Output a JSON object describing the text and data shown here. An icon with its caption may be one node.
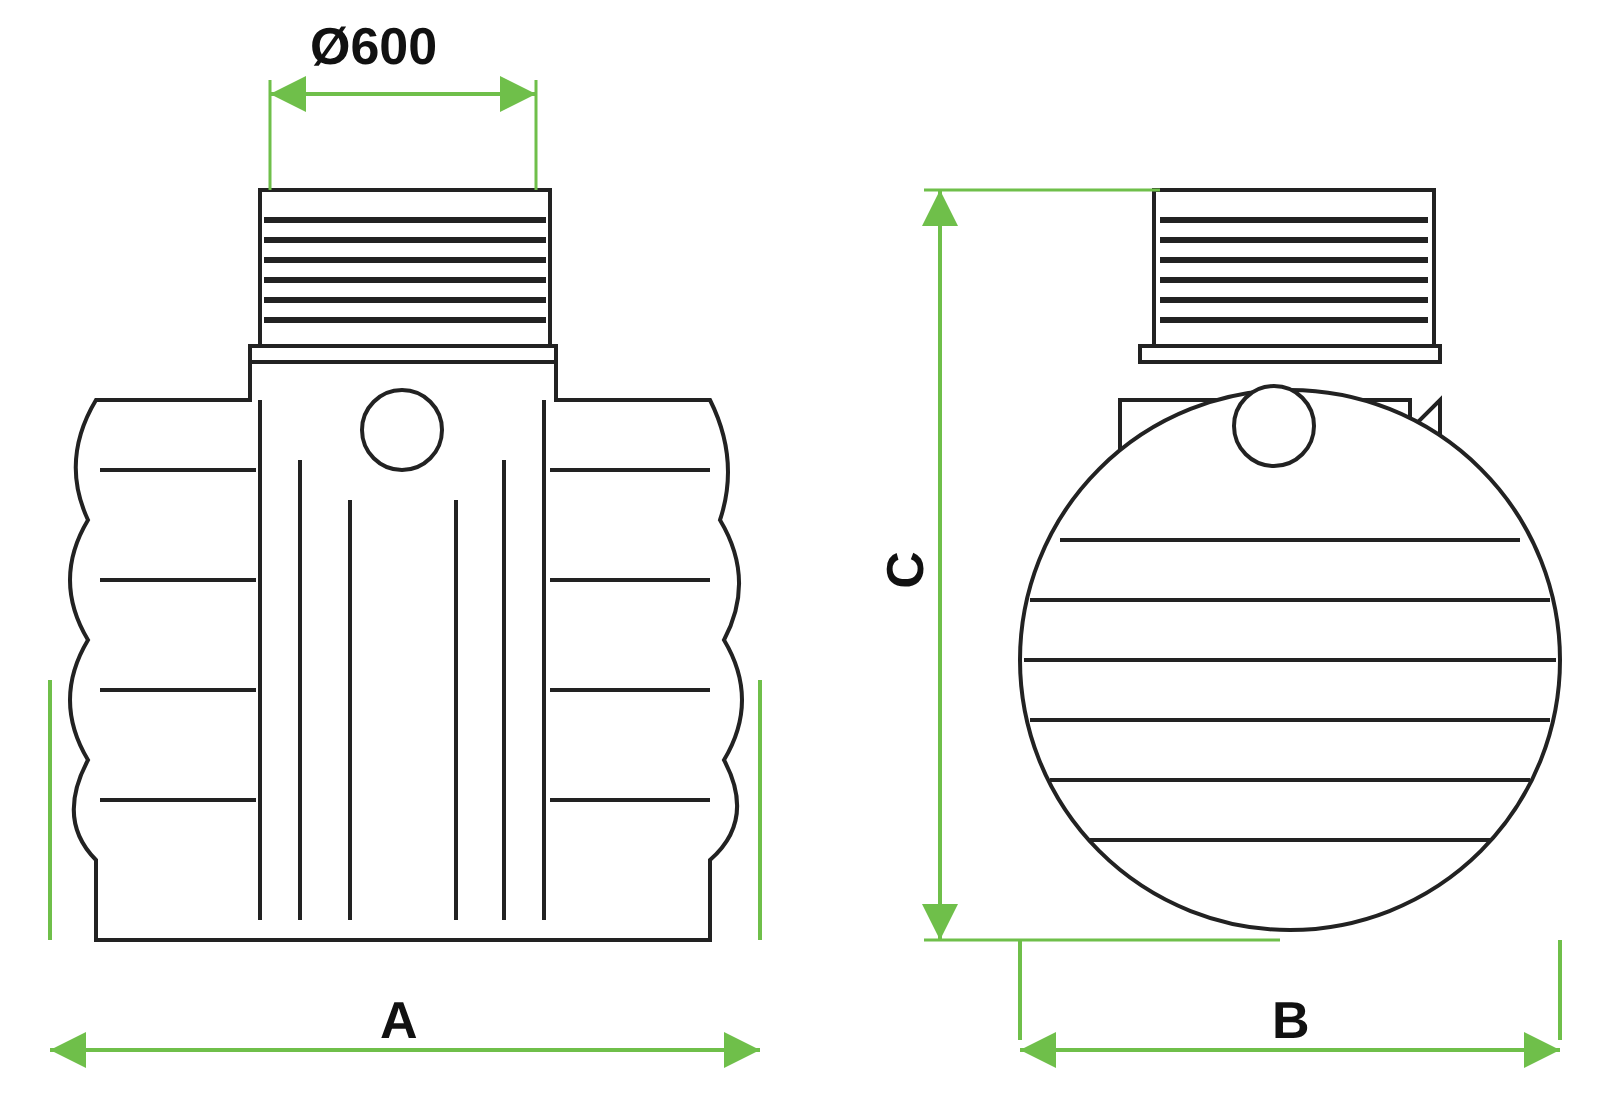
{
  "diagram": {
    "labels": [
      "Ø600",
      "C",
      "A",
      "B"
    ]
  }
}
